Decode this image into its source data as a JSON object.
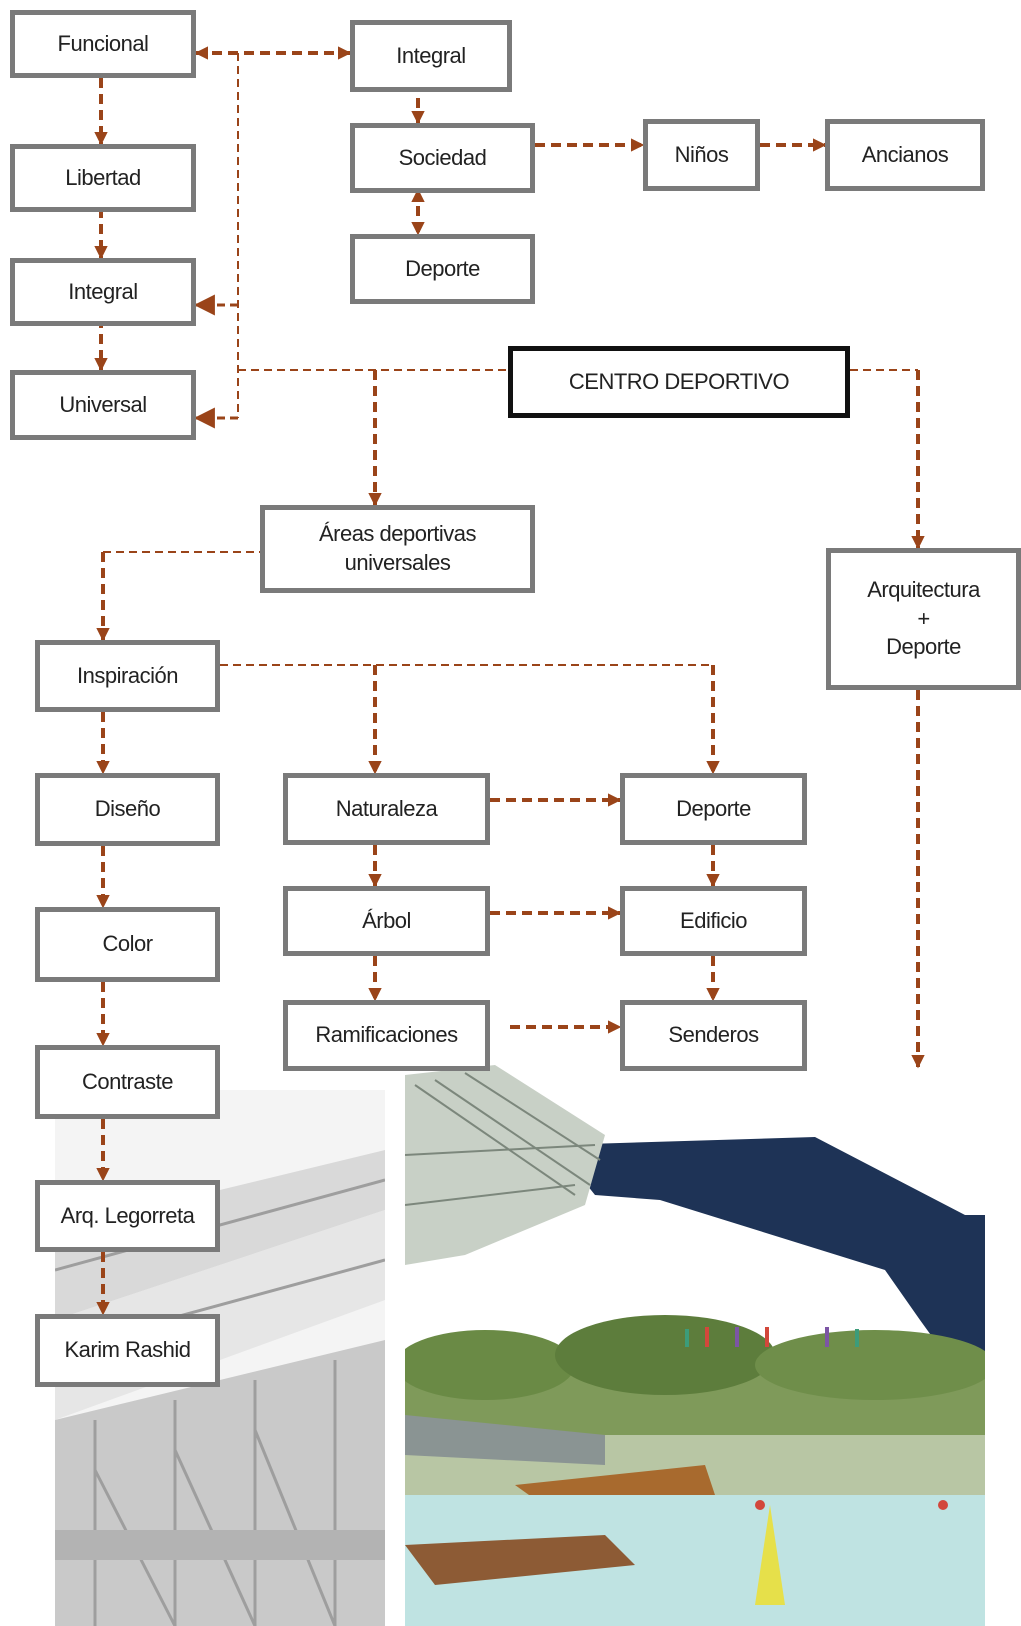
{
  "colors": {
    "arrow": "#9a4419",
    "box_border": "#7a7a7a",
    "main_border": "#111111",
    "text": "#222222",
    "navy": "#1e3356"
  },
  "nodes": {
    "funcional": "Funcional",
    "integral_top": "Integral",
    "sociedad": "Sociedad",
    "ninos": "Niños",
    "ancianos": "Ancianos",
    "deporte_top": "Deporte",
    "libertad": "Libertad",
    "integral_left": "Integral",
    "universal": "Universal",
    "centro": "CENTRO DEPORTIVO",
    "areas": "Áreas deportivas\nuniversales",
    "arquitectura": "Arquitectura\n+\nDeporte",
    "inspiracion": "Inspiración",
    "diseno": "Diseño",
    "color": "Color",
    "contraste": "Contraste",
    "legorreta": "Arq. Legorreta",
    "rashid": "Karim Rashid",
    "naturaleza": "Naturaleza",
    "arbol": "Árbol",
    "ramificaciones": "Ramificaciones",
    "deporte_mid": "Deporte",
    "edificio": "Edificio",
    "senderos": "Senderos"
  }
}
